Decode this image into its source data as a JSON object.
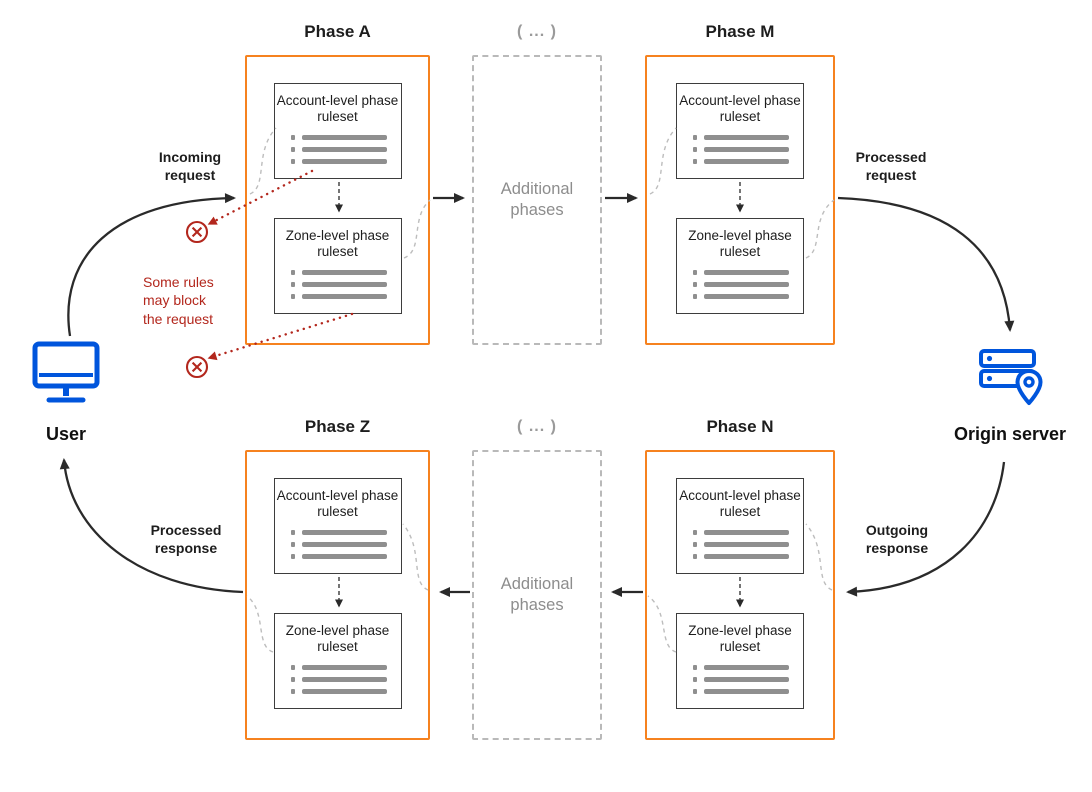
{
  "colors": {
    "phase_border": "#f6821f",
    "arrow": "#2a2a2a",
    "danger": "#b3271d",
    "icon_blue": "#0055dc",
    "muted_gray": "#8d8d8d"
  },
  "nodes": {
    "user": "User",
    "origin": "Origin server"
  },
  "phases": [
    {
      "title": "Phase A",
      "account": "Account-level phase ruleset",
      "zone": "Zone-level phase ruleset"
    },
    {
      "title": "Phase M",
      "account": "Account-level phase ruleset",
      "zone": "Zone-level phase ruleset"
    },
    {
      "title": "Phase Z",
      "account": "Account-level phase ruleset",
      "zone": "Zone-level phase ruleset"
    },
    {
      "title": "Phase N",
      "account": "Account-level phase ruleset",
      "zone": "Zone-level phase ruleset"
    }
  ],
  "additional": {
    "header": "( ... )",
    "label": "Additional phases"
  },
  "edges": {
    "incoming_request": "Incoming request",
    "processed_request": "Processed request",
    "outgoing_response": "Outgoing response",
    "processed_response": "Processed response"
  },
  "notes": {
    "block_warning": "Some rules may block the request"
  }
}
